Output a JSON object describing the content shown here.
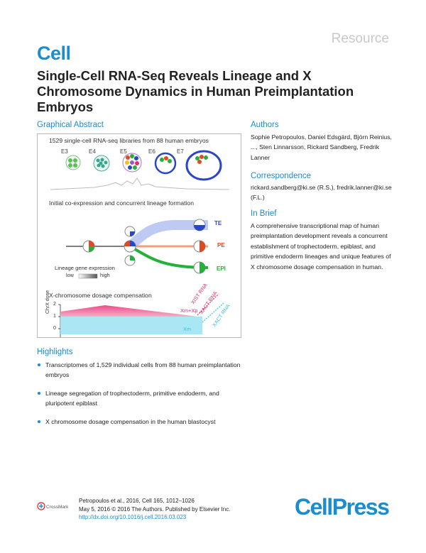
{
  "header": {
    "section_label": "Resource",
    "journal_logo": "Cell",
    "title": "Single-Cell RNA-Seq Reveals Lineage and X Chromosome Dynamics in Human Preimplantation Embryos"
  },
  "graphical_abstract": {
    "heading": "Graphical Abstract",
    "line1": "1529 single-cell RNA-seq libraries from 88 human embryos",
    "stages": [
      "E3",
      "E4",
      "E5",
      "E6",
      "E7"
    ],
    "line2": "Initial co-expression and concurrent lineage formation",
    "lineages": [
      "TE",
      "PE",
      "EPI"
    ],
    "legend_title": "Lineage gene expression",
    "legend_low": "low",
    "legend_high": "high",
    "line3": "X-chromosome dosage compensation",
    "y_axis_label": "ChrX dose",
    "y_ticks": [
      "2",
      "1",
      "0"
    ],
    "labels": {
      "xist": "XIST RNA",
      "xact_top": "XACT RNA",
      "xmxp": "Xm+Xp",
      "xact_bottom": "XACT RNA",
      "xm": "Xm"
    },
    "colors": {
      "accent": "#1c8cd0",
      "pink": "#e52b6b",
      "cyan": "#33c4e0",
      "te": "#2a46c8",
      "pe": "#e04a22",
      "epi": "#22b23a"
    }
  },
  "authors": {
    "heading": "Authors",
    "text": "Sophie Petropoulos, Daniel Edsgärd, Björn Reinius, ..., Sten Linnarsson, Rickard Sandberg, Fredrik Lanner"
  },
  "correspondence": {
    "heading": "Correspondence",
    "text": "rickard.sandberg@ki.se (R.S.), fredrik.lanner@ki.se (F.L.)"
  },
  "in_brief": {
    "heading": "In Brief",
    "text": "A comprehensive transcriptional map of human preimplantation development reveals a concurrent establishment of trophectoderm, epiblast, and primitive endoderm lineages and unique features of X chromosome dosage compensation in human."
  },
  "highlights": {
    "heading": "Highlights",
    "items": [
      "Transcriptomes of 1,529 individual cells from 88 human preimplantation embryos",
      "Lineage segregation of trophectoderm, primitive endoderm, and pluripotent epiblast",
      "X chromosome dosage compensation in the human blastocyst"
    ]
  },
  "footer": {
    "citation": "Petropoulos et al., 2016, Cell 165, 1012–1026",
    "date_line": "May 5, 2016 © 2016 The Authors. Published by Elsevier Inc.",
    "doi": "http://dx.doi.org/10.1016/j.cell.2016.03.023",
    "crossmark_text": "CrossMark",
    "publisher_logo": "CellPress"
  }
}
